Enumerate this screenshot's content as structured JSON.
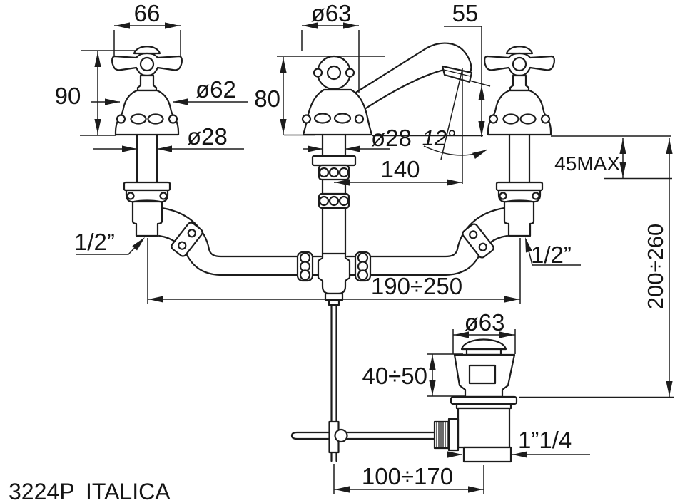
{
  "drawing": {
    "model_code": "3224P",
    "model_name": "ITALICA",
    "type": "technical dimension drawing",
    "subject": "three-hole basin mixer tap with cross handles and pop-up waste",
    "ink_color": "#1c1c1c",
    "background_color": "#ffffff"
  },
  "dimensions": {
    "handle_width": "66",
    "handle_assembly_height": "90",
    "handle_base_diameter": "ø62",
    "handle_shank_diameter": "ø28",
    "spout_escutcheon_diameter": "ø63",
    "spout_body_height": "80",
    "spout_shank_diameter": "ø28",
    "spout_outlet_height": "55",
    "spout_outlet_angle": "12°",
    "spout_reach": "140",
    "deck_max_thickness": "45MAX",
    "inlet_connection_left": "1/2”",
    "inlet_connection_right": "1/2”",
    "hole_spacing_range": "190÷250",
    "supply_height_range": "200÷260",
    "waste_flange_diameter": "ø63",
    "waste_top_height_range": "40÷50",
    "waste_outlet_thread": "1”1/4",
    "rod_length_range": "100÷170"
  }
}
